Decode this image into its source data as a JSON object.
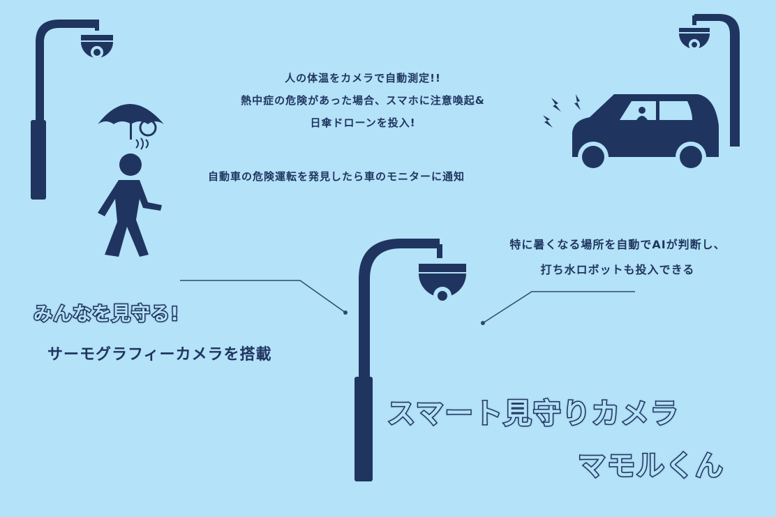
{
  "colors": {
    "background": "#b4e2f8",
    "ink": "#1f3560"
  },
  "feature_heat": {
    "lines": [
      "人の体温をカメラで自動測定!!",
      "熱中症の危険があった場合、スマホに注意喚起&",
      "日傘ドローンを投入!"
    ]
  },
  "feature_car": "自動車の危険運転を発見したら車のモニターに通知",
  "feature_water": {
    "lines": [
      "特に暑くなる場所を自動でAIが判断し、",
      "打ち水ロボットも投入できる"
    ]
  },
  "tagline": "みんなを見守る!",
  "thermo": "サーモグラフィーカメラを搭載",
  "product": {
    "title": "スマート見守りカメラ",
    "name": "マモルくん"
  }
}
